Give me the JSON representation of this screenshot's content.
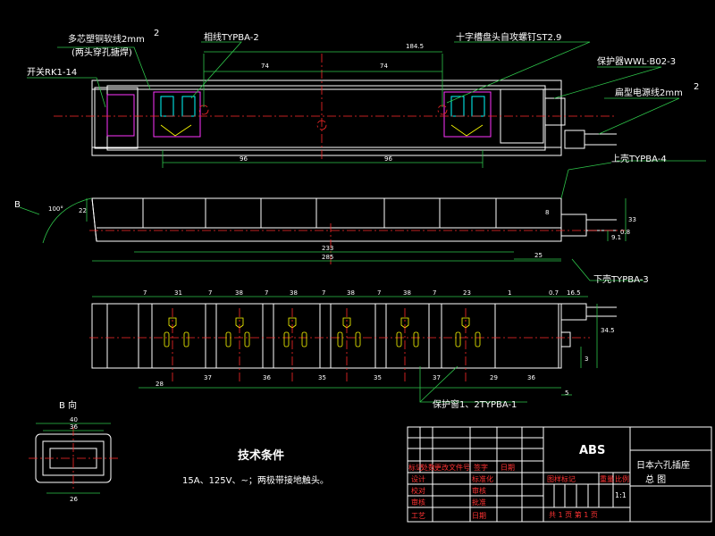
{
  "callouts": {
    "multicore_wire_line1": "多芯塑铜软线2mm",
    "multicore_wire_sup": "2",
    "multicore_wire_line2": "(两头穿孔搪焊)",
    "phase_wire": "相线TYPBA-2",
    "screw": "十字槽盘头自攻螺钉ST2.9",
    "switch": "开关RK1-14",
    "guard_clamp": "保护器WWL·B02-3",
    "flat_power_cord": "扁型电源线2mm",
    "flat_power_cord_sup": "2",
    "top_shell": "上壳TYPBA-4",
    "bottom_shell": "下壳TYPBA-3",
    "protect_window": "保护窗1、2TYPBA-1",
    "view_b": "B",
    "view_b_title": "B  向",
    "angle": "100°"
  },
  "dimensions": {
    "top_view": [
      "184.5",
      "74",
      "74",
      "96",
      "96"
    ],
    "side_view": [
      "22",
      "233",
      "285",
      "25",
      "33",
      "8",
      "9.1",
      "0.8"
    ],
    "front_top": [
      "7",
      "31",
      "7",
      "38",
      "7",
      "38",
      "7",
      "38",
      "7",
      "38",
      "7",
      "23",
      "1",
      "0.7",
      "16.5"
    ],
    "front_bottom": [
      "28",
      "37",
      "36",
      "35",
      "35",
      "37",
      "29",
      "36",
      "5"
    ],
    "front_right": [
      "34.5",
      "3"
    ],
    "view_b": [
      "40",
      "36",
      "26"
    ]
  },
  "tech": {
    "title": "技术条件",
    "text": "15A、125V、~；两极带接地触头。"
  },
  "title_block": {
    "material": "ABS",
    "product_line1": "日本六孔插座",
    "product_line2": "总    图",
    "rev_headers": [
      "标记",
      "处数",
      "更改文件号",
      "签字",
      "日期"
    ],
    "roles_left": [
      "设计",
      "校对",
      "审核",
      "工艺"
    ],
    "roles_right": [
      "标准化",
      "审核",
      "批准",
      "日期"
    ],
    "stage_label": "图样标记",
    "weight_label": "重量",
    "scale_label": "比例",
    "scale_value": "1:1",
    "sheet_text": "共 1 页  第 1 页"
  }
}
